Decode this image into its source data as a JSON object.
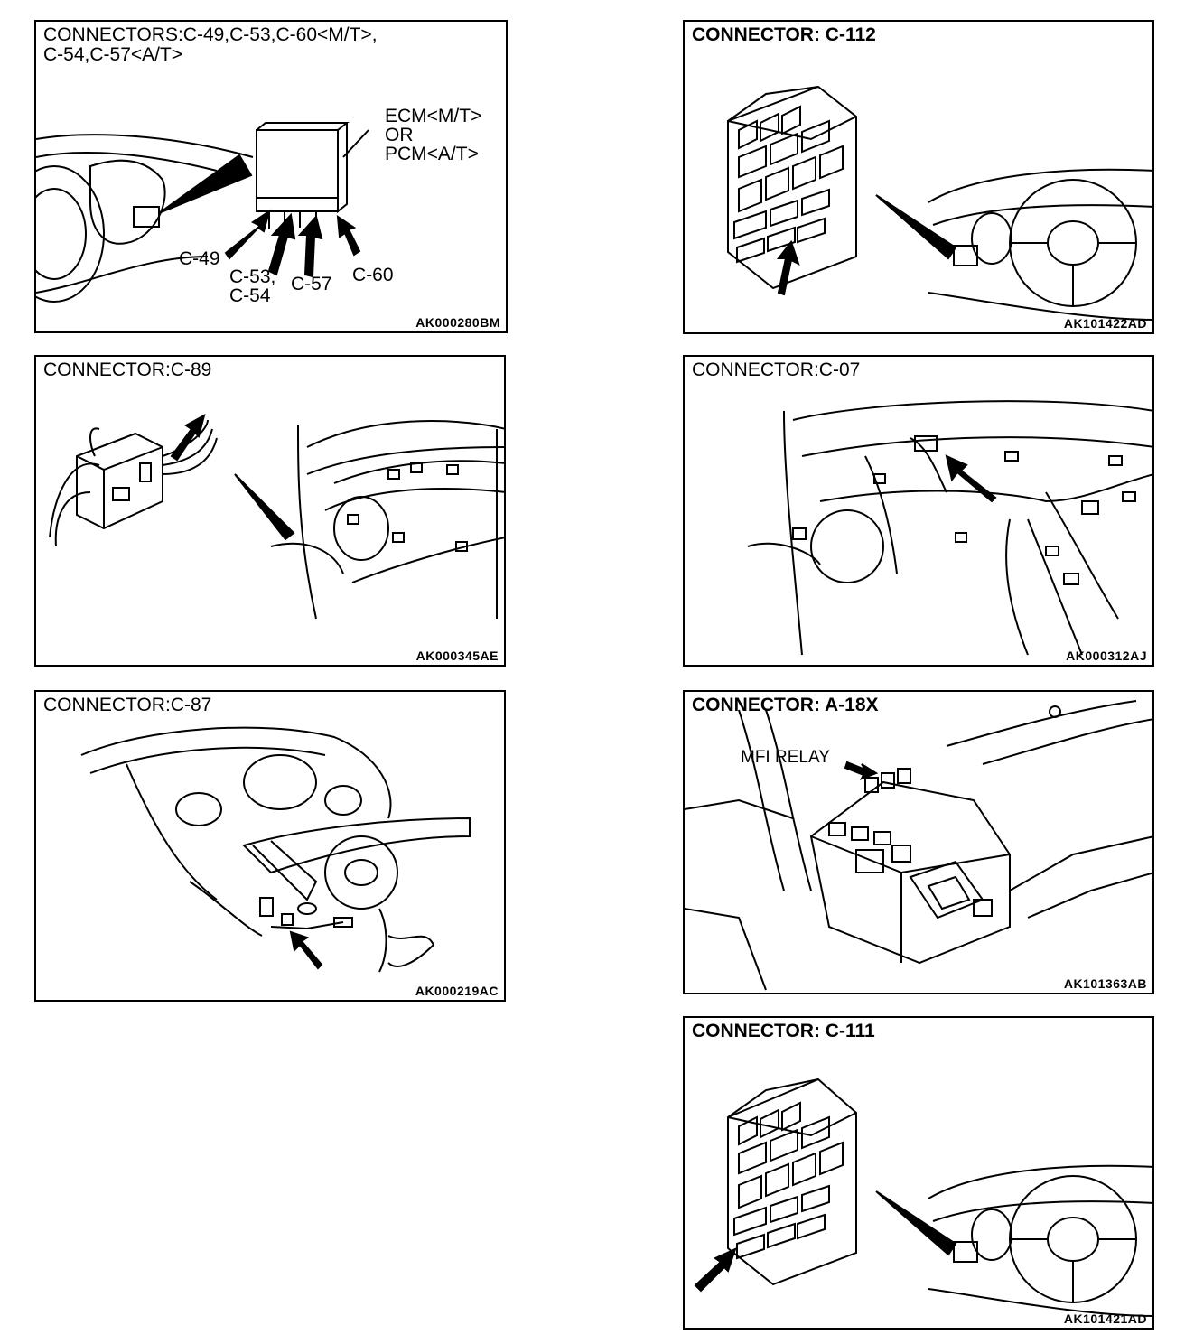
{
  "panels": [
    {
      "title": "CONNECTORS:C-49,C-53,C-60<M/T>,\nC-54,C-57<A/T>",
      "code": "AK000280BM",
      "labels": {
        "ecm": "ECM<M/T>\nOR\nPCM<A/T>",
        "c49": "C-49",
        "c53": "C-53,\nC-54",
        "c57": "C-57",
        "c60": "C-60"
      }
    },
    {
      "title": "CONNECTOR: C-112",
      "code": "AK101422AD"
    },
    {
      "title": "CONNECTOR:C-89",
      "code": "AK000345AE"
    },
    {
      "title": "CONNECTOR:C-07",
      "code": "AK000312AJ"
    },
    {
      "title": "CONNECTOR:C-87",
      "code": "AK000219AC"
    },
    {
      "title": "CONNECTOR: A-18X",
      "code": "AK101363AB",
      "labels": {
        "relay": "MFI RELAY"
      }
    },
    {
      "title": "CONNECTOR: C-111",
      "code": "AK101421AD"
    }
  ]
}
